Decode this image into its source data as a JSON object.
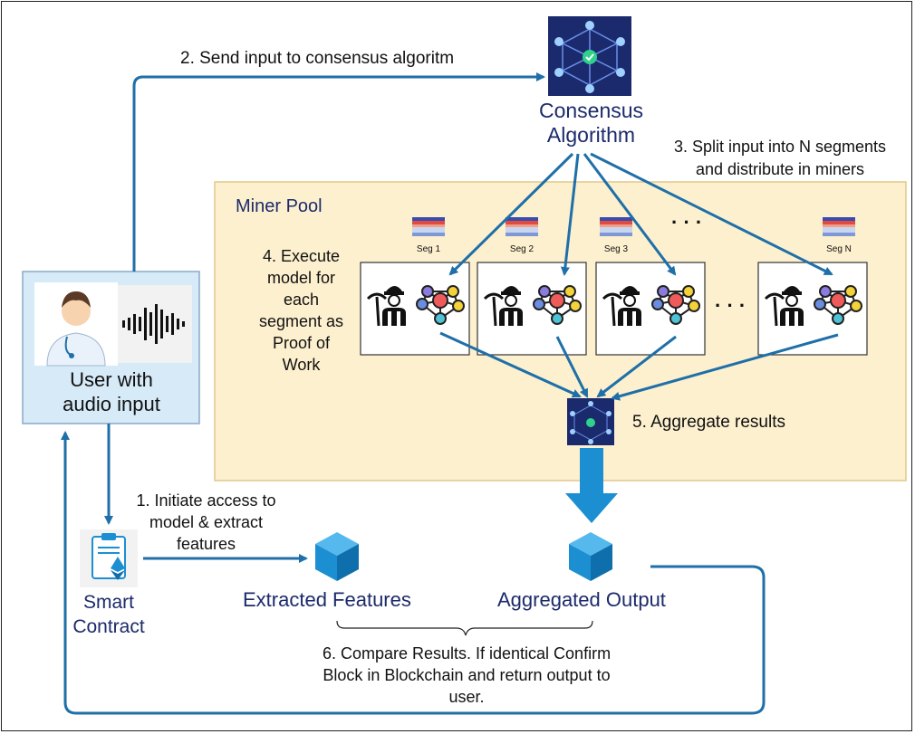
{
  "labels": {
    "step1": [
      "1. Initiate access to",
      "model & extract",
      "features"
    ],
    "step2": "2. Send input to consensus algoritm",
    "step3": [
      "3. Split input into N segments",
      "and distribute in miners"
    ],
    "step4": [
      "4. Execute",
      "model for",
      "each",
      "segment as",
      "Proof of",
      "Work"
    ],
    "step5": "5. Aggregate results",
    "step6": [
      "6. Compare Results. If identical Confirm",
      "Block in Blockchain and return output to",
      "user."
    ]
  },
  "nodes": {
    "consensus": [
      "Consensus",
      "Algorithm"
    ],
    "miner_pool": "Miner Pool",
    "user": [
      "User with",
      "audio input"
    ],
    "smart_contract": [
      "Smart",
      "Contract"
    ],
    "extracted": "Extracted Features",
    "aggregated": "Aggregated Output",
    "ellipsis": "· · ·"
  },
  "segments": [
    "Seg 1",
    "Seg 2",
    "Seg 3",
    "Seg N"
  ],
  "colors": {
    "arrow": "#1f6fa8",
    "pool_fill": "#fdf0cf",
    "pool_border": "#e0c98a",
    "user_fill": "#d6eaf8",
    "navy_text": "#1c2a6b",
    "cube": "#1b8fd1",
    "big_arrow": "#1b8fd1"
  },
  "icons": [
    "network-icon",
    "doctor-icon",
    "waveform-icon",
    "miner-icon",
    "neural-net-icon",
    "spectrogram-icon",
    "contract-icon",
    "ethereum-icon",
    "cube-icon"
  ]
}
